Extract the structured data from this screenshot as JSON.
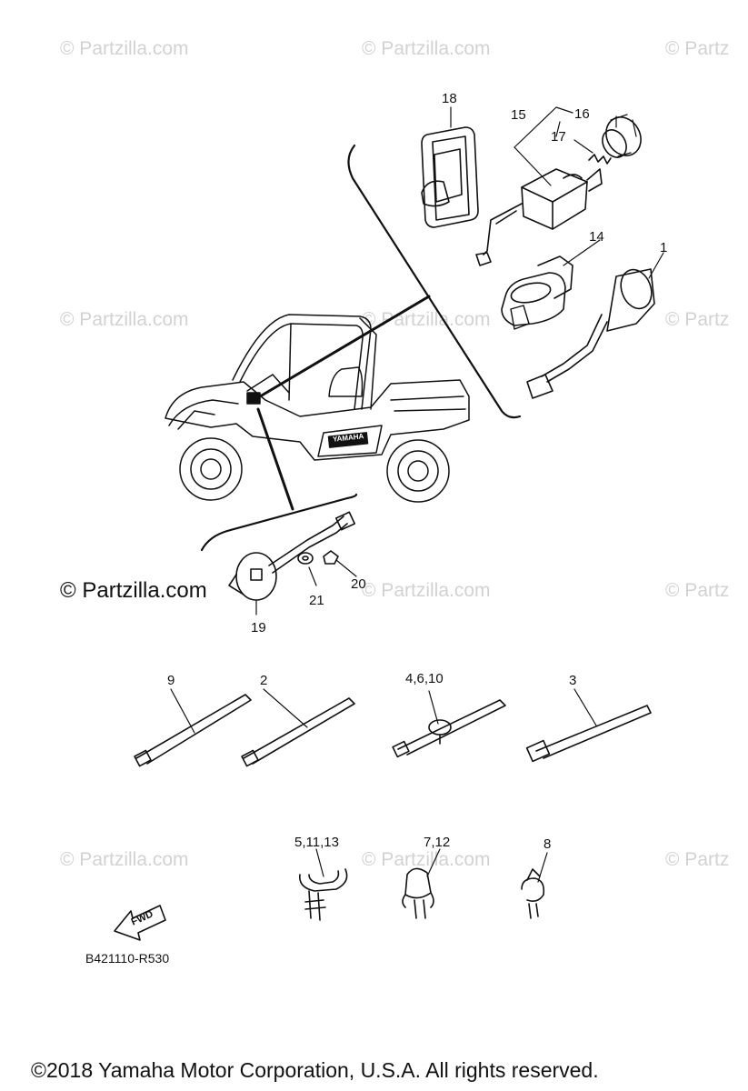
{
  "watermark": {
    "text": "© Partzilla.com",
    "text_cut": "© Partz",
    "main": "© Partzilla.com"
  },
  "labels": {
    "p1": "1",
    "p2": "2",
    "p3": "3",
    "p4_6_10": "4,6,10",
    "p5_11_13": "5,11,13",
    "p7_12": "7,12",
    "p8": "8",
    "p9": "9",
    "p14": "14",
    "p15": "15",
    "p16": "16",
    "p17": "17",
    "p18": "18",
    "p19": "19",
    "p20": "20",
    "p21": "21"
  },
  "fwd_label": "FWD",
  "vehicle_brand": "YAMAHA",
  "diagram_code": "B421110-R530",
  "copyright": "©2018  Yamaha Motor Corporation, U.S.A. All rights reserved.",
  "colors": {
    "line": "#111111",
    "watermark": "#d2d2d2"
  }
}
